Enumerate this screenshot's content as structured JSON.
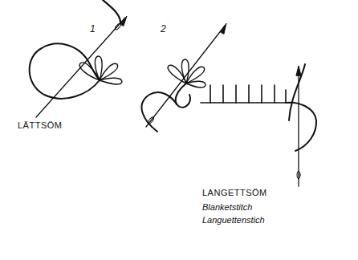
{
  "diagram": {
    "labels": [
      "1",
      "2",
      "LÄTTSÖM",
      "LANGETTSÖM",
      "Blanketstitch",
      "Languettenstich"
    ]
  }
}
